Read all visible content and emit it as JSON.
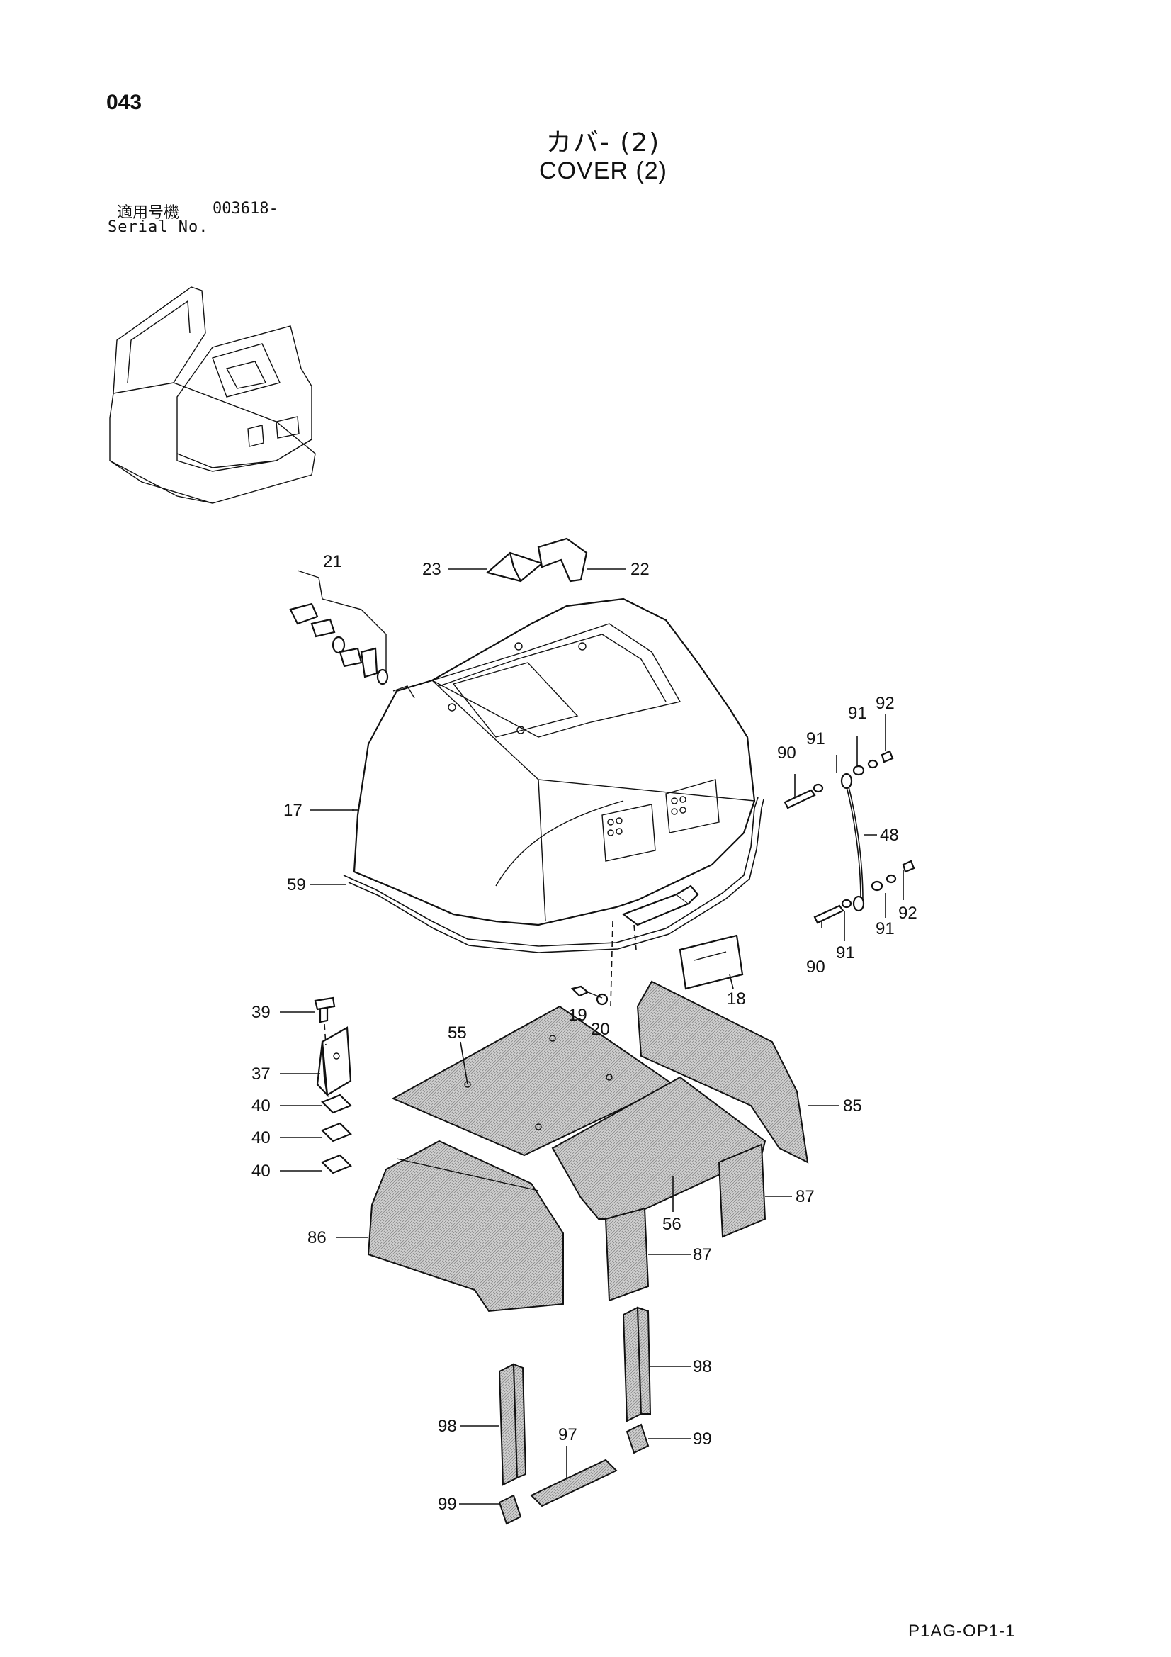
{
  "header": {
    "page_number": "043",
    "title_jp": "カバ- (2)",
    "title_en": "COVER (2)",
    "serial_label_jp": "適用号機",
    "serial_value": "003618-",
    "serial_label_en": "Serial No."
  },
  "callouts": [
    {
      "id": "c21",
      "label": "21"
    },
    {
      "id": "c23",
      "label": "23"
    },
    {
      "id": "c22",
      "label": "22"
    },
    {
      "id": "c92a",
      "label": "92"
    },
    {
      "id": "c91a",
      "label": "91"
    },
    {
      "id": "c91b",
      "label": "91"
    },
    {
      "id": "c90a",
      "label": "90"
    },
    {
      "id": "c17",
      "label": "17"
    },
    {
      "id": "c48",
      "label": "48"
    },
    {
      "id": "c59",
      "label": "59"
    },
    {
      "id": "c92b",
      "label": "92"
    },
    {
      "id": "c91c",
      "label": "91"
    },
    {
      "id": "c91d",
      "label": "91"
    },
    {
      "id": "c90b",
      "label": "90"
    },
    {
      "id": "c18",
      "label": "18"
    },
    {
      "id": "c39",
      "label": "39"
    },
    {
      "id": "c19",
      "label": "19"
    },
    {
      "id": "c20",
      "label": "20"
    },
    {
      "id": "c55",
      "label": "55"
    },
    {
      "id": "c37",
      "label": "37"
    },
    {
      "id": "c40a",
      "label": "40"
    },
    {
      "id": "c40b",
      "label": "40"
    },
    {
      "id": "c40c",
      "label": "40"
    },
    {
      "id": "c85",
      "label": "85"
    },
    {
      "id": "c87a",
      "label": "87"
    },
    {
      "id": "c86",
      "label": "86"
    },
    {
      "id": "c56",
      "label": "56"
    },
    {
      "id": "c87b",
      "label": "87"
    },
    {
      "id": "c98a",
      "label": "98"
    },
    {
      "id": "c98b",
      "label": "98"
    },
    {
      "id": "c97",
      "label": "97"
    },
    {
      "id": "c99a",
      "label": "99"
    },
    {
      "id": "c99b",
      "label": "99"
    }
  ],
  "footer": {
    "drawing_code": "P1AG-OP1-1"
  }
}
